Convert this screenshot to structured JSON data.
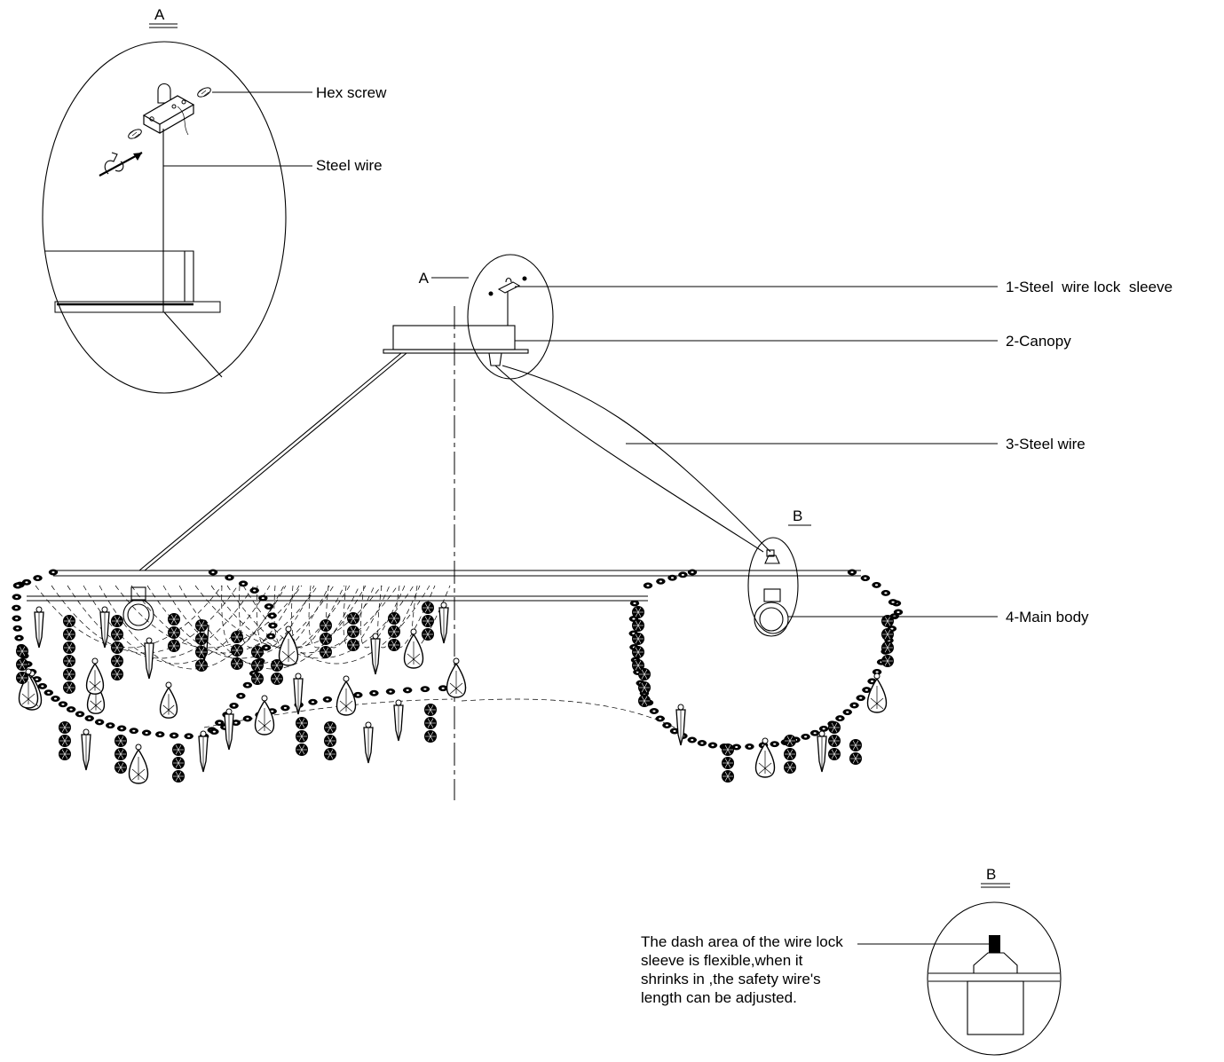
{
  "detail_a": {
    "title": "A",
    "labels": {
      "hex_screw": "Hex screw",
      "steel_wire": "Steel wire"
    }
  },
  "main_view": {
    "callout_a": "A",
    "callout_b": "B",
    "parts": [
      {
        "label": "1-Steel  wire lock  sleeve"
      },
      {
        "label": "2-Canopy"
      },
      {
        "label": "3-Steel wire"
      },
      {
        "label": "4-Main body"
      }
    ]
  },
  "detail_b": {
    "title": "B",
    "note": "The dash area of the wire lock sleeve is flexible,when it shrinks in ,the safety wire's length can be adjusted."
  }
}
